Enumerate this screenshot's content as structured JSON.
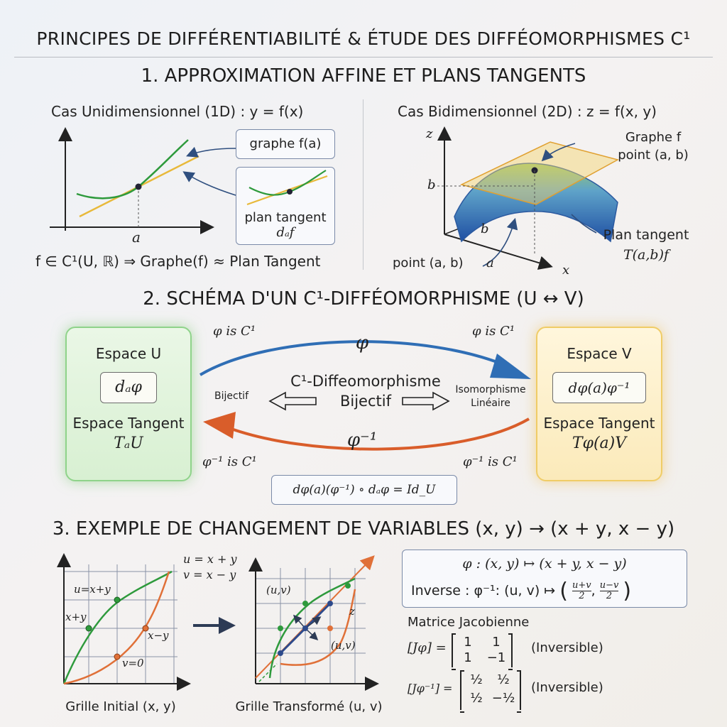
{
  "title": "PRINCIPES DE DIFFÉRENTIABILITÉ & ÉTUDE DES DIFFÉOMORPHISMES C¹",
  "section1": {
    "title": "1. APPROXIMATION AFFINE ET PLANS TANGENTS",
    "left_heading": "Cas Unidimensionnel (1D) : y = f(x)",
    "left_axis_label": "a",
    "left_box1": "graphe f(a)",
    "left_box2_line1": "plan tangent",
    "left_box2_line2": "dₐf",
    "left_formula": "f ∈ C¹(U, ℝ) ⇒ Graphe(f) ≈ Plan Tangent",
    "right_heading": "Cas Bidimensionnel (2D) : z = f(x, y)",
    "right_z": "z",
    "right_x": "x",
    "right_b_axis": "b",
    "right_b_floor": "b",
    "right_a_floor": "a",
    "right_label_graph_1": "Graphe f",
    "right_label_graph_2": "point (a, b)",
    "right_label_plane_1": "Plan tangent",
    "right_label_plane_2": "T(a,b)f",
    "right_label_point": "point (a, b)"
  },
  "section2": {
    "title": "2. SCHÉMA D'UN C¹-DIFFÉOMORPHISME (U ↔ V)",
    "left_panel_title": "Espace U",
    "left_panel_box": "dₐφ",
    "left_panel_sub1": "Espace Tangent",
    "left_panel_sub2": "TₐU",
    "right_panel_title": "Espace V",
    "right_panel_box": "dφ(a)φ⁻¹",
    "right_panel_sub1": "Espace Tangent",
    "right_panel_sub2": "Tφ(a)V",
    "phi_is_c1_left": "φ is C¹",
    "phi_is_c1_right": "φ is C¹",
    "phi": "φ",
    "phiinv": "φ⁻¹",
    "phiinv_is_c1_left": "φ⁻¹ is C¹",
    "phiinv_is_c1_right": "φ⁻¹ is C¹",
    "center_line1": "C¹-Diffeomorphisme",
    "center_line2": "Bijectif",
    "left_small": "Bijectif",
    "right_small_1": "Isomorphisme",
    "right_small_2": "Linéaire",
    "identity": "dφ(a)(φ⁻¹) ∘ dₐφ = Id_U"
  },
  "section3": {
    "title": "3. EXEMPLE DE CHANGEMENT DE VARIABLES (x, y) → (x + y, x − y)",
    "map_eq_1": "u = x + y",
    "map_eq_2": "v = x − y",
    "grid1_label_uxy": "u=x+y",
    "grid1_label_xpy": "x+y",
    "grid1_label_xmy": "x−y",
    "grid1_label_v0": "v=0",
    "grid1_caption": "Grille Initial (x, y)",
    "grid2_label_uv_top": "(u,v)",
    "grid2_label_z": "z",
    "grid2_label_uv_mid": "(u,v)",
    "grid2_caption": "Grille Transformé (u, v)",
    "phi_def": "φ : (x, y) ↦ (x + y, x − y)",
    "inverse_prefix": "Inverse : φ⁻¹: (u, v) ↦",
    "inverse_num1": "u+v",
    "inverse_num2": "u−v",
    "inverse_den": "2",
    "jac_title": "Matrice Jacobienne",
    "jac_label": "[Jφ] =",
    "jac_m": [
      "1",
      "1",
      "1",
      "−1"
    ],
    "jac_note": "(Inversible)",
    "jacinv_label": "[Jφ⁻¹] =",
    "jacinv_m": [
      "½",
      "½",
      "½",
      "−½"
    ],
    "jacinv_note": "(Inversible)"
  },
  "colors": {
    "green": "#2e9a3c",
    "orange": "#e07038",
    "blue": "#2f6eb5",
    "yellow": "#e8b93a"
  }
}
